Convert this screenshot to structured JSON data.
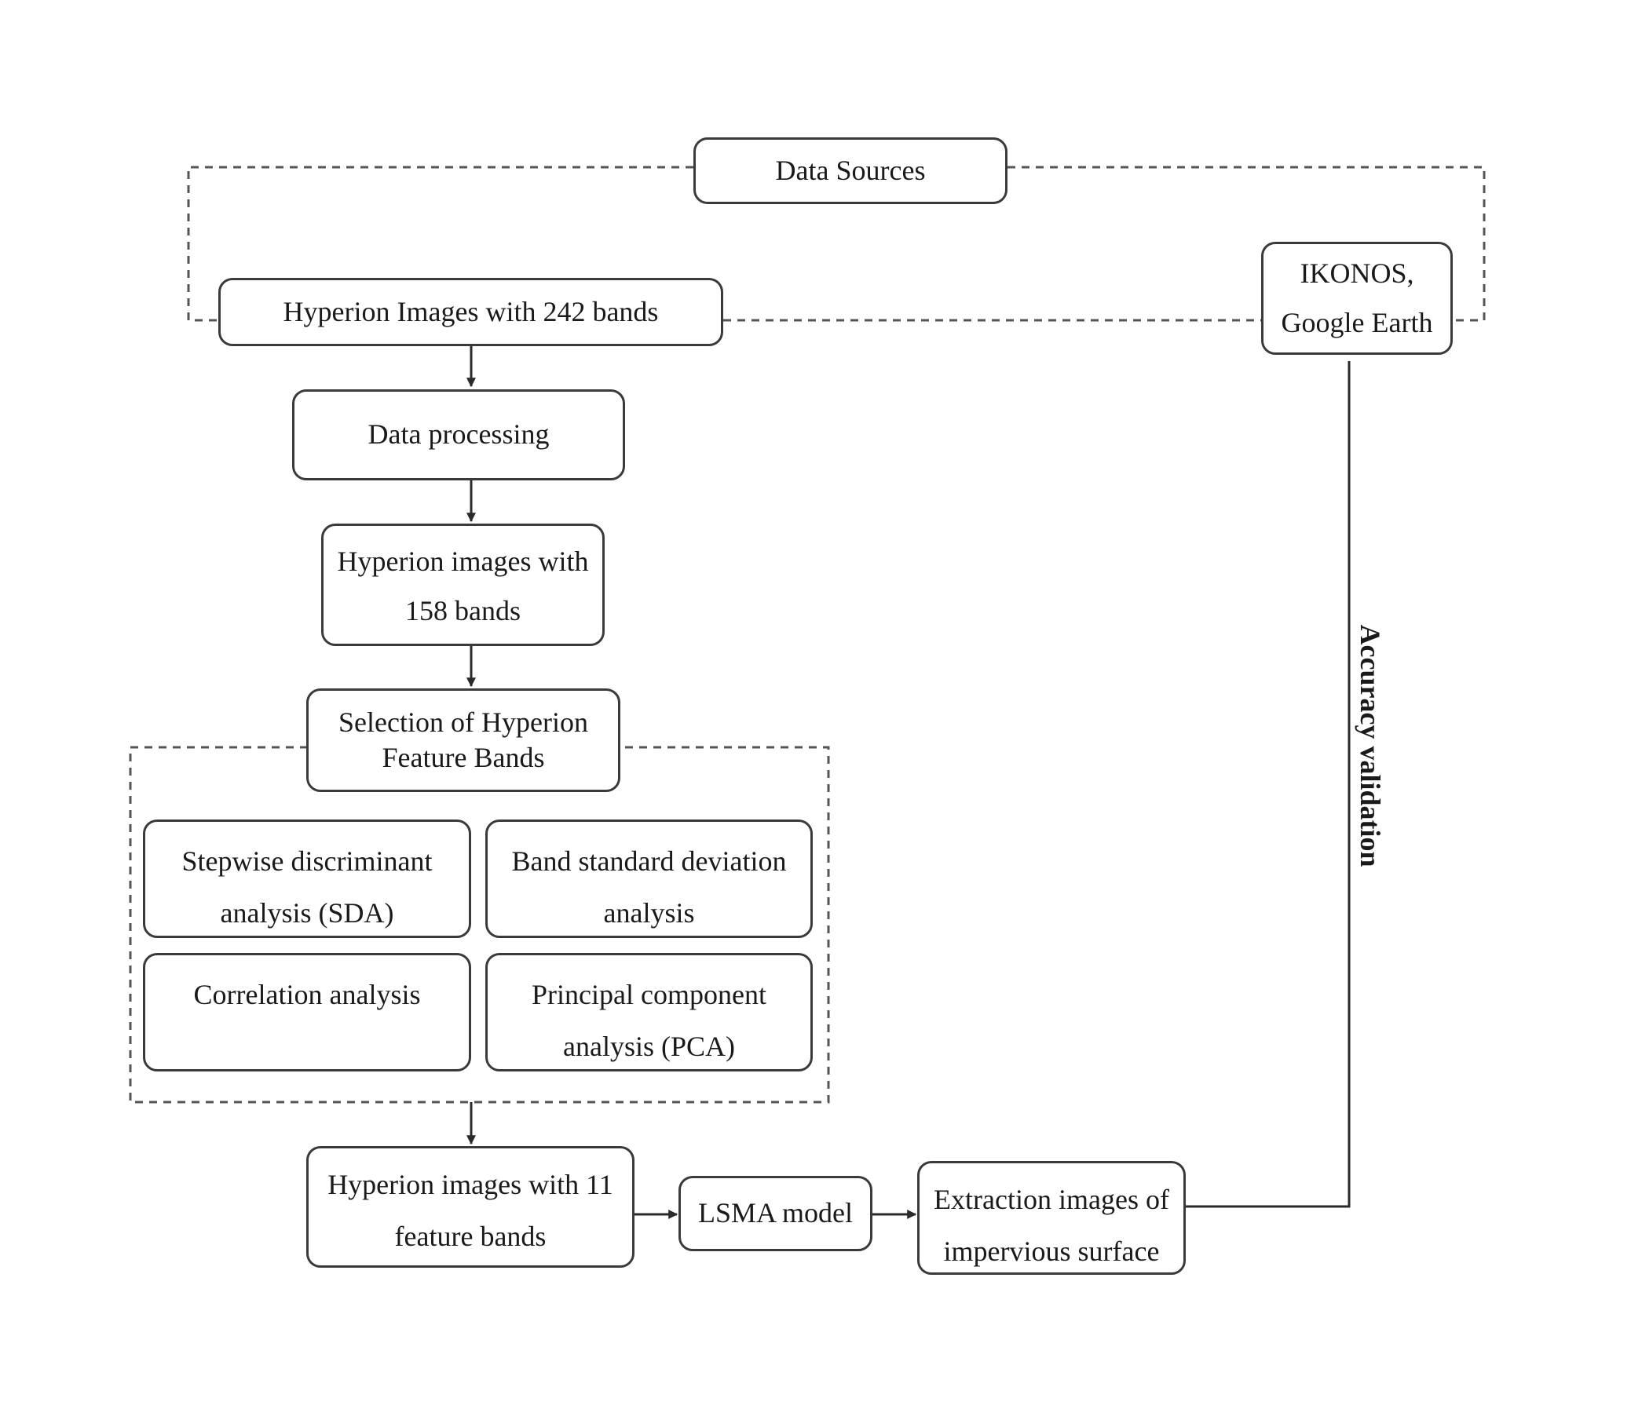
{
  "nodes": {
    "data_sources": [
      "Data Sources"
    ],
    "hyperion_242": [
      "Hyperion Images with 242 bands"
    ],
    "ikonos": [
      "IKONOS,",
      "Google Earth"
    ],
    "data_processing": [
      "Data processing"
    ],
    "hyperion_158": [
      "Hyperion images with",
      "158 bands"
    ],
    "selection": [
      "Selection of Hyperion",
      "Feature Bands"
    ],
    "sda": [
      "Stepwise discriminant",
      "analysis (SDA)"
    ],
    "band_std": [
      "Band standard deviation",
      "analysis"
    ],
    "correlation": [
      "Correlation analysis"
    ],
    "pca": [
      "Principal component",
      "analysis (PCA)"
    ],
    "hyperion_11": [
      "Hyperion images with 11",
      "feature bands"
    ],
    "lsma": [
      "LSMA model"
    ],
    "extraction": [
      "Extraction images of",
      "impervious surface"
    ]
  },
  "edge_labels": {
    "accuracy_validation": "Accuracy validation"
  }
}
